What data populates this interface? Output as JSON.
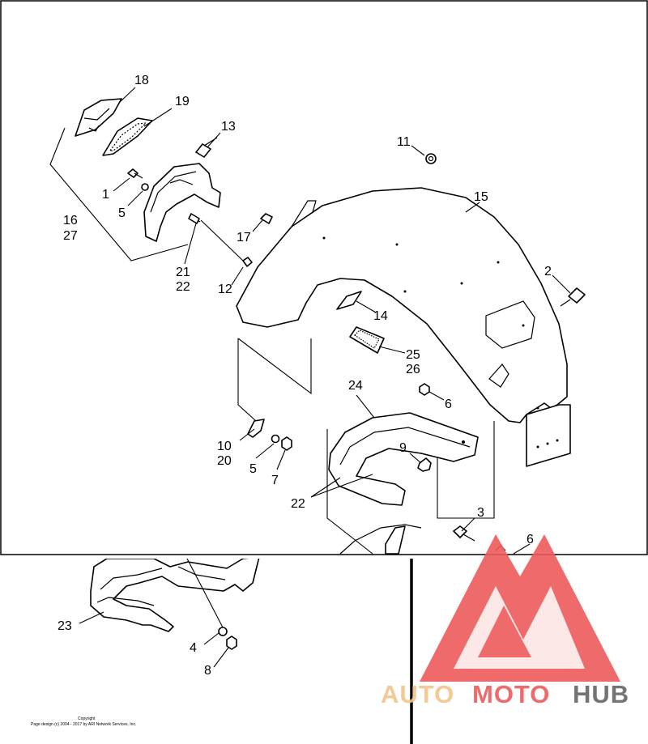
{
  "callouts": {
    "c18": "18",
    "c19": "19",
    "c13": "13",
    "c1a": "1",
    "c5a": "5",
    "c16": "16",
    "c27": "27",
    "c21": "21",
    "c22a": "22",
    "c12": "12",
    "c17": "17",
    "c11": "11",
    "c15": "15",
    "c2": "2",
    "c14": "14",
    "c25": "25",
    "c26": "26",
    "c6a": "6",
    "c24": "24",
    "c9": "9",
    "c10": "10",
    "c20": "20",
    "c5b": "5",
    "c7": "7",
    "c22b": "22",
    "c3": "3",
    "c6b": "6",
    "c23": "23",
    "c4": "4",
    "c8": "8"
  },
  "footer": {
    "line1": "Copyright",
    "line2": "Page design (c) 2004 - 2017 by ARI Network Services, Inc."
  },
  "watermark": {
    "word1": "AUTO",
    "word2": "MOTO",
    "word3": "HUB",
    "color_light": "#f2c58a",
    "color_red": "#ee5a5a",
    "color_gray": "#666666"
  }
}
